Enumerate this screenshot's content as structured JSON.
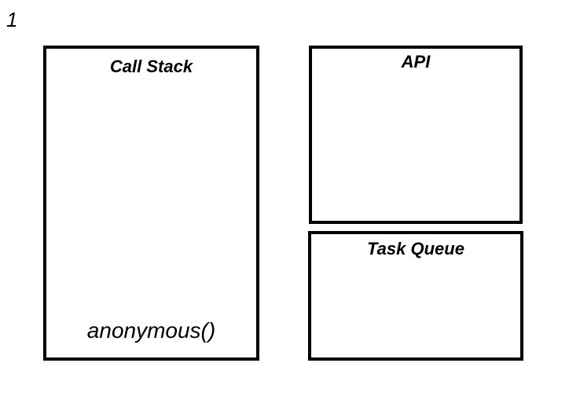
{
  "step": "1",
  "call_stack": {
    "title": "Call Stack",
    "frames": [
      "anonymous()"
    ]
  },
  "api": {
    "title": "API"
  },
  "task_queue": {
    "title": "Task Queue"
  }
}
